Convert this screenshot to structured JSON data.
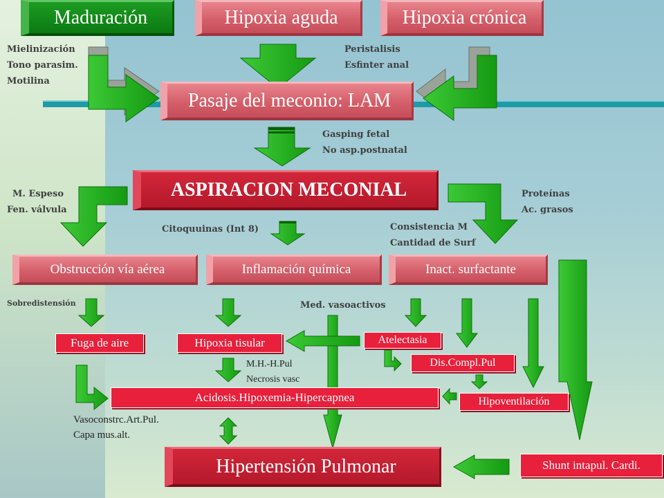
{
  "top_boxes": {
    "maduracion": "Maduración",
    "hipoxia_aguda": "Hipoxia aguda",
    "hipoxia_cronica": "Hipoxia crónica"
  },
  "notes": {
    "left_top": [
      "Mielinización",
      "Tono parasim.",
      "Motilina"
    ],
    "right_top": [
      "Peristalisis",
      "Esfinter anal"
    ],
    "gasping": [
      "Gasping fetal",
      "No asp.postnatal"
    ],
    "espeso": [
      "M. Espeso",
      "Fen. válvula"
    ],
    "proteinas": [
      "Proteínas",
      "Ac. grasos"
    ],
    "citoquinas": "Citoquuinas (Int 8)",
    "consistencia": [
      "Consistencia M",
      "Cantidad de Surf"
    ],
    "sobredistension": "Sobredistensión",
    "vasoactivos": "Med. vasoactivos",
    "mhpul": [
      "M.H.-H.Pul",
      "Necrosis vasc"
    ],
    "vasoconstr": [
      "Vasoconstrc.Art.Pul.",
      "Capa mus.alt."
    ]
  },
  "main": {
    "pasaje": "Pasaje del meconio: LAM",
    "aspiracion": "ASPIRACION MECONIAL"
  },
  "mid_boxes": {
    "obstruccion": "Obstrucción vía aérea",
    "inflamacion": "Inflamación química",
    "inact": "Inact. surfactante"
  },
  "outcomes": {
    "fuga": "Fuga de aire",
    "hipoxia_tisular": "Hipoxia tisular",
    "atelectasia": "Atelectasia",
    "dis_compl": "Dis.Compl.Pul",
    "acidosis": "Acidosis.Hipoxemia-Hipercapnea",
    "hipoventilacion": "Hipoventilación",
    "hipertension": "Hipertensión Pulmonar",
    "shunt": "Shunt intapul. Cardi."
  },
  "colors": {
    "arrow_green": "#22b21c",
    "box_pink": "#d45f6a",
    "box_red": "#b4192b",
    "outcome_red": "#e8203b",
    "teal_bar": "#1f9aa7"
  }
}
